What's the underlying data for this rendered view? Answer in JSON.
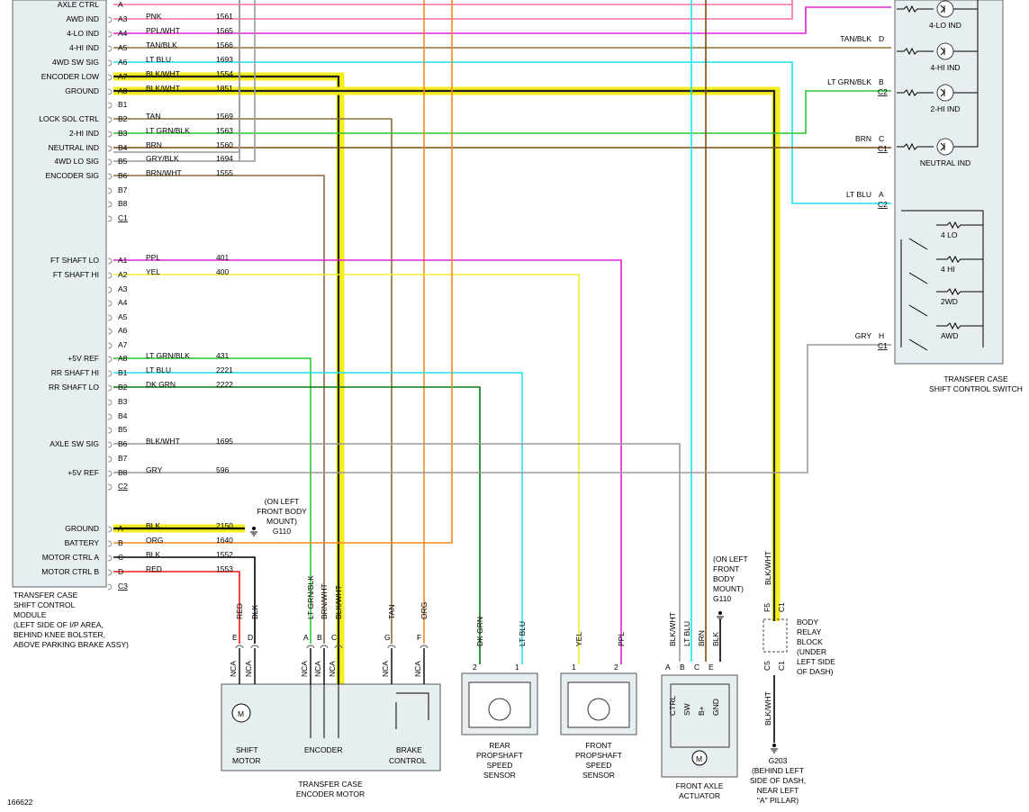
{
  "module": {
    "label_lines": [
      "TRANSFER CASE",
      "SHIFT CONTROL",
      "MODULE",
      "(LEFT SIDE OF I/P AREA,",
      "BEHIND KNEE BOLSTER,",
      "ABOVE PARKING BRAKE ASSY)"
    ],
    "signals": {
      "axle_ctrl": "AXLE CTRL",
      "awd_ind": "AWD IND",
      "lo4_ind": "4-LO IND",
      "hi4_ind": "4-HI IND",
      "sw_sig_4wd": "4WD SW SIG",
      "encoder_low": "ENCODER LOW",
      "ground1": "GROUND",
      "lock_sol": "LOCK SOL CTRL",
      "hi2_ind": "2-HI IND",
      "neutral_ind": "NEUTRAL IND",
      "lo_sig_4wd": "4WD LO SIG",
      "encoder_sig": "ENCODER SIG",
      "ft_lo": "FT SHAFT LO",
      "ft_hi": "FT SHAFT HI",
      "ref1": "+5V REF",
      "rr_hi": "RR SHAFT HI",
      "rr_lo": "RR SHAFT LO",
      "axle_sw": "AXLE SW SIG",
      "ref2": "+5V REF",
      "ground2": "GROUND",
      "battery": "BATTERY",
      "motor_a": "MOTOR CTRL A",
      "motor_b": "MOTOR CTRL B"
    }
  },
  "circuits": {
    "c1": [
      {
        "pin": "A3",
        "color": "PNK",
        "num": "1561"
      },
      {
        "pin": "A4",
        "color": "PPL/WHT",
        "num": "1565"
      },
      {
        "pin": "A5",
        "color": "TAN/BLK",
        "num": "1566"
      },
      {
        "pin": "A6",
        "color": "LT BLU",
        "num": "1693"
      },
      {
        "pin": "A7",
        "color": "BLK/WHT",
        "num": "1554"
      },
      {
        "pin": "A8",
        "color": "BLK/WHT",
        "num": "1851"
      },
      {
        "pin": "B1",
        "color": "",
        "num": ""
      },
      {
        "pin": "B2",
        "color": "TAN",
        "num": "1569"
      },
      {
        "pin": "B3",
        "color": "LT GRN/BLK",
        "num": "1563"
      },
      {
        "pin": "B4",
        "color": "BRN",
        "num": "1560"
      },
      {
        "pin": "B5",
        "color": "GRY/BLK",
        "num": "1694"
      },
      {
        "pin": "B6",
        "color": "BRN/WHT",
        "num": "1555"
      },
      {
        "pin": "B7",
        "color": "",
        "num": ""
      },
      {
        "pin": "B8",
        "color": "",
        "num": ""
      },
      {
        "pin": "C1",
        "color": "",
        "num": ""
      }
    ],
    "c2": [
      {
        "pin": "A1",
        "color": "PPL",
        "num": "401"
      },
      {
        "pin": "A2",
        "color": "YEL",
        "num": "400"
      },
      {
        "pin": "A3",
        "color": "",
        "num": ""
      },
      {
        "pin": "A4",
        "color": "",
        "num": ""
      },
      {
        "pin": "A5",
        "color": "",
        "num": ""
      },
      {
        "pin": "A6",
        "color": "",
        "num": ""
      },
      {
        "pin": "A7",
        "color": "",
        "num": ""
      },
      {
        "pin": "A8",
        "color": "LT GRN/BLK",
        "num": "431"
      },
      {
        "pin": "B1",
        "color": "LT BLU",
        "num": "2221"
      },
      {
        "pin": "B2",
        "color": "DK GRN",
        "num": "2222"
      },
      {
        "pin": "B3",
        "color": "",
        "num": ""
      },
      {
        "pin": "B4",
        "color": "",
        "num": ""
      },
      {
        "pin": "B5",
        "color": "",
        "num": ""
      },
      {
        "pin": "B6",
        "color": "BLK/WHT",
        "num": "1695"
      },
      {
        "pin": "B7",
        "color": "",
        "num": ""
      },
      {
        "pin": "B8",
        "color": "GRY",
        "num": "596"
      },
      {
        "pin": "C2",
        "color": "",
        "num": ""
      }
    ],
    "c3": [
      {
        "pin": "A",
        "color": "BLK",
        "num": "2150"
      },
      {
        "pin": "B",
        "color": "ORG",
        "num": "1640"
      },
      {
        "pin": "C",
        "color": "BLK",
        "num": "1552"
      },
      {
        "pin": "D",
        "color": "RED",
        "num": "1553"
      },
      {
        "pin": "C3",
        "color": "",
        "num": ""
      }
    ]
  },
  "axle_ctrl_top_pin": "A",
  "ground_g110": {
    "lines": [
      "(ON LEFT",
      "FRONT BODY",
      "MOUNT)",
      "G110"
    ]
  },
  "ground_g110b": {
    "lines": [
      "(ON LEFT",
      "FRONT",
      "BODY",
      "MOUNT)",
      "G110"
    ]
  },
  "g203": {
    "lines": [
      "G203",
      "(BEHIND LEFT",
      "SIDE OF DASH,",
      "NEAR LEFT",
      "\"A\" PILLAR)"
    ]
  },
  "relay": {
    "lines": [
      "BODY",
      "RELAY",
      "BLOCK",
      "(UNDER",
      "LEFT SIDE",
      "OF DASH)"
    ],
    "pin_top": "F5",
    "pin_top2": "C1",
    "pin_bot": "C5",
    "pin_bot2": "C1",
    "wire_top": "BLK/WHT",
    "wire_bot": "BLK/WHT"
  },
  "switch": {
    "title_lines": [
      "TRANSFER CASE",
      "SHIFT CONTROL SWITCH"
    ],
    "leds": [
      "4-LO IND",
      "4-HI IND",
      "2-HI IND",
      "NEUTRAL IND"
    ],
    "positions": [
      "4 LO",
      "4 HI",
      "2WD",
      "AWD"
    ],
    "pins": [
      {
        "wire": "TAN/BLK",
        "pin": "D",
        "conn": ""
      },
      {
        "wire": "LT GRN/BLK",
        "pin": "B",
        "conn": "C2"
      },
      {
        "wire": "BRN",
        "pin": "C",
        "conn": "C1"
      },
      {
        "wire": "LT BLU",
        "pin": "A",
        "conn": "C2"
      },
      {
        "wire": "GRY",
        "pin": "H",
        "conn": "C1"
      }
    ]
  },
  "encoder_motor": {
    "title_lines": [
      "TRANSFER CASE",
      "ENCODER MOTOR"
    ],
    "shift": [
      "SHIFT",
      "MOTOR"
    ],
    "encoder": "ENCODER",
    "brake": [
      "BRAKE",
      "CONTROL"
    ],
    "pins": [
      {
        "wire": "RED",
        "pin": "E",
        "nca": "NCA"
      },
      {
        "wire": "BLK",
        "pin": "D",
        "nca": "NCA"
      },
      {
        "wire": "LT GRN/BLK",
        "pin": "A",
        "nca": "NCA"
      },
      {
        "wire": "BRN/WHT",
        "pin": "B",
        "nca": "NCA"
      },
      {
        "wire": "BLK/WHT",
        "pin": "C",
        "nca": "NCA"
      },
      {
        "wire": "TAN",
        "pin": "G",
        "nca": "NCA"
      },
      {
        "wire": "ORG",
        "pin": "F",
        "nca": "NCA"
      }
    ],
    "motor_symbol": "M"
  },
  "rear_sensor": {
    "lines": [
      "REAR",
      "PROPSHAFT",
      "SPEED",
      "SENSOR"
    ],
    "pins": [
      {
        "wire": "DK GRN",
        "pin": "2"
      },
      {
        "wire": "LT BLU",
        "pin": "1"
      }
    ]
  },
  "front_sensor": {
    "lines": [
      "FRONT",
      "PROPSHAFT",
      "SPEED",
      "SENSOR"
    ],
    "pins": [
      {
        "wire": "YEL",
        "pin": "1"
      },
      {
        "wire": "PPL",
        "pin": "2"
      }
    ]
  },
  "actuator": {
    "title_lines": [
      "FRONT AXLE",
      "ACTUATOR"
    ],
    "pins": [
      {
        "wire": "BLK/WHT",
        "pin": "A",
        "label": "CTRL"
      },
      {
        "wire": "LT BLU",
        "pin": "B",
        "label": "SW"
      },
      {
        "wire": "BRN",
        "pin": "C",
        "label": "B+"
      },
      {
        "wire": "BLK",
        "pin": "E",
        "label": "GND"
      }
    ],
    "motor_symbol": "M"
  },
  "figure_id": "166622",
  "wire_colors": {
    "pnk": "#ff6ea8",
    "ppl": "#e020d6",
    "tan": "#8a7036",
    "ltblu": "#1de3ef",
    "blkwht": "#222222",
    "ltgrn": "#28c832",
    "brn": "#7a4a10",
    "gry": "#9a9a9a",
    "brnwht": "#8a6a40",
    "yel": "#eeee30",
    "dkgrn": "#0a7a10",
    "org": "#f58a22",
    "red": "#f01818",
    "highlight": "#f4ef1c"
  }
}
